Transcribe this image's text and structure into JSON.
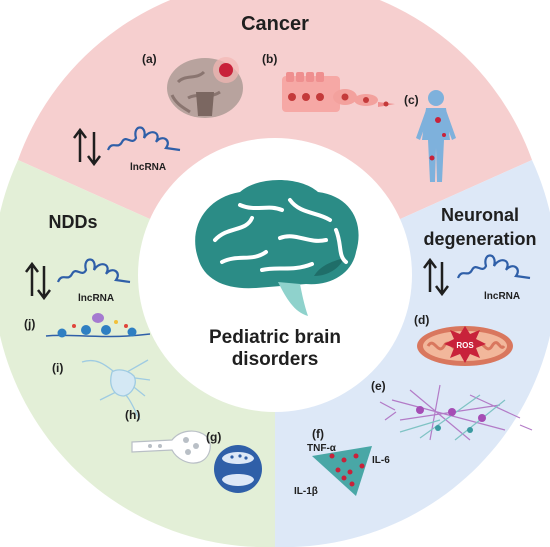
{
  "center": {
    "title_line1": "Pediatric brain",
    "title_line2": "disorders"
  },
  "sectors": {
    "cancer": {
      "title": "Cancer",
      "color": "#f6cfcf"
    },
    "neuro": {
      "title_line1": "Neuronal",
      "title_line2": "degeneration",
      "color": "#dde8f7"
    },
    "ndds": {
      "title": "NDDs",
      "color": "#e3efd7"
    }
  },
  "lncrna_label": "lncRNA",
  "panels": {
    "a": "(a)",
    "b": "(b)",
    "c": "(c)",
    "d": "(d)",
    "e": "(e)",
    "f": "(f)",
    "g": "(g)",
    "h": "(h)",
    "i": "(i)",
    "j": "(j)"
  },
  "mito_label": "ROS",
  "cytokines": {
    "tnf": "TNF-α",
    "il6": "IL-6",
    "il1b": "IL-1β"
  },
  "colors": {
    "brain": "#2b8c86",
    "brain_stem": "#8fd2cc",
    "cell_pink": "#ef8f8f",
    "synapse_blue": "#2f5fa8",
    "mito": "#d9775e",
    "ros": "#c8223a"
  },
  "icons": [
    "brain-icon",
    "brain-tumor-icon",
    "cell-migration-icon",
    "human-body-icon",
    "lncrna-icon",
    "mitochondrion-icon",
    "neuron-network-icon",
    "microglia-icon",
    "synapse-icon",
    "axon-icon",
    "neuron-icon",
    "chromatin-icon"
  ]
}
